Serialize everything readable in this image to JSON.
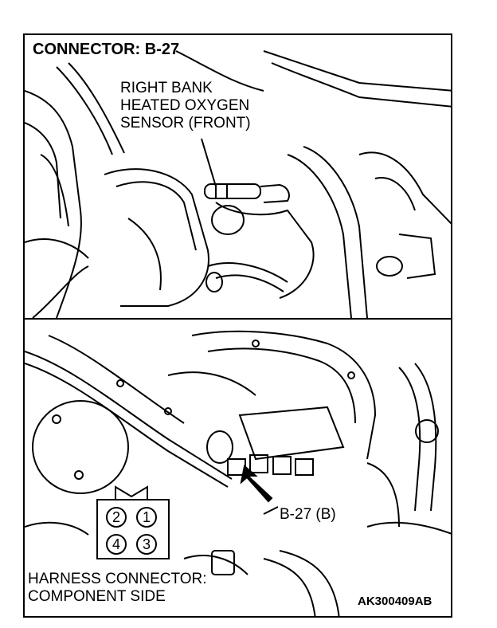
{
  "diagram": {
    "title": "CONNECTOR: B-27",
    "sensor_label_lines": [
      "RIGHT BANK",
      "HEATED OXYGEN",
      "SENSOR (FRONT)"
    ],
    "connector_callout": "B-27 (B)",
    "harness_label_lines": [
      "HARNESS CONNECTOR:",
      "COMPONENT SIDE"
    ],
    "figure_code": "AK300409AB",
    "pins": [
      "2",
      "1",
      "4",
      "3"
    ]
  }
}
